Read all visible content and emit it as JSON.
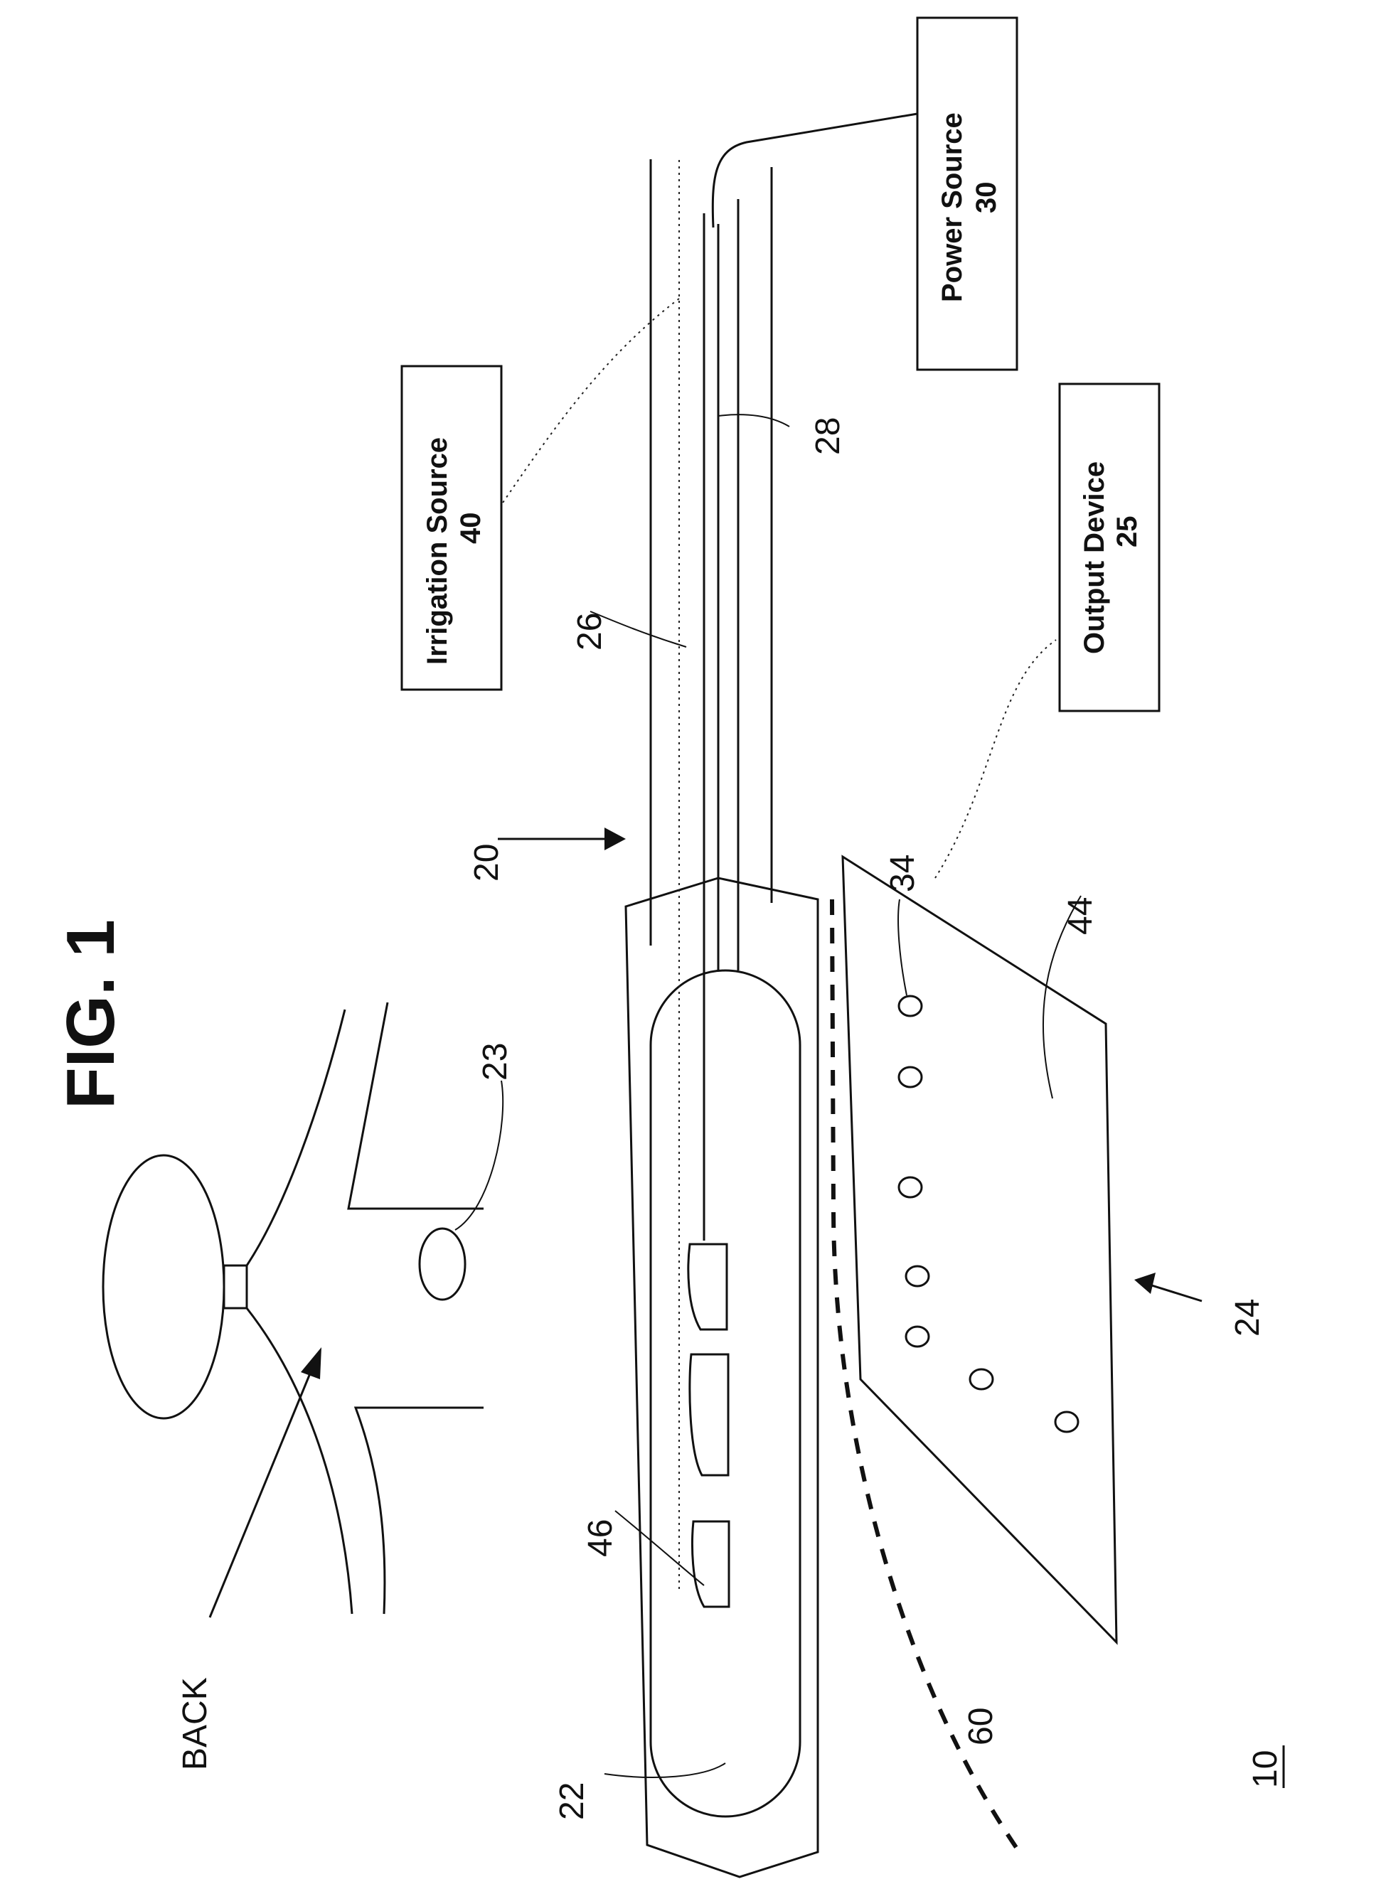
{
  "title": "FIG. 1",
  "figure_number": "10",
  "labels": {
    "back": "BACK",
    "n20": "20",
    "n22": "22",
    "n23": "23",
    "n24": "24",
    "n26": "26",
    "n28": "28",
    "n34": "34",
    "n44": "44",
    "n46": "46",
    "n60": "60"
  },
  "boxes": {
    "irrigation": {
      "name": "Irrigation Source",
      "number": "40"
    },
    "power": {
      "name": "Power Source",
      "number": "30"
    },
    "output": {
      "name": "Output Device",
      "number": "25"
    }
  }
}
